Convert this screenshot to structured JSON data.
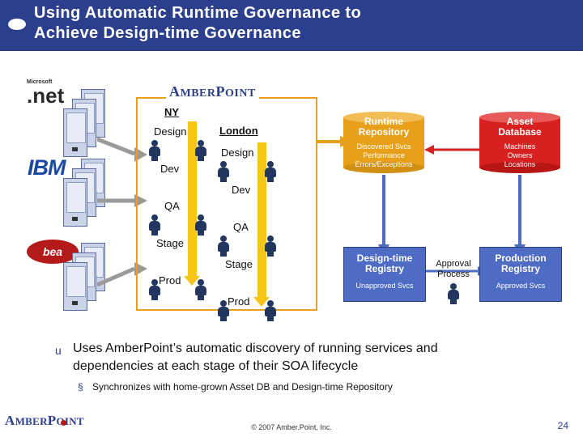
{
  "header": {
    "title_line1": "Using Automatic Runtime Governance to",
    "title_line2": "Achieve Design-time Governance",
    "bullet_icon": "ellipse-bullet-icon",
    "bg_color": "#2b3f8c"
  },
  "logos": {
    "microsoft_small": "Microsoft",
    "dotnet": ".net",
    "ibm": "IBM",
    "bea": "bea",
    "amberpoint_box": {
      "first": "A",
      "rest": "MBER",
      "second": "P",
      "rest2": "OINT"
    }
  },
  "lifecycle": {
    "ny_label": "NY",
    "london_label": "London",
    "ny_stages": [
      "Design",
      "Dev",
      "QA",
      "Stage",
      "Prod"
    ],
    "london_stages": [
      "Design",
      "Dev",
      "QA",
      "Stage",
      "Prod"
    ],
    "arrow_color": "#f5c518"
  },
  "repositories": [
    {
      "name": "runtime-repository",
      "title": "Runtime\nRepository",
      "title_line1": "Runtime",
      "title_line2": "Repository",
      "sub_lines": [
        "Discovered Svcs",
        "Performance",
        "Errors/Exceptions"
      ],
      "color": "#e8a01a"
    },
    {
      "name": "asset-database",
      "title_line1": "Asset",
      "title_line2": "Database",
      "sub_lines": [
        "Machines",
        "Owners",
        "Locations"
      ],
      "color": "#d82020"
    }
  ],
  "registries": [
    {
      "name": "design-time-registry",
      "title_line1": "Design-time",
      "title_line2": "Registry",
      "sub_lines": [
        "Unapproved Svcs"
      ],
      "color": "#4f6cc4"
    },
    {
      "name": "production-registry",
      "title_line1": "Production",
      "title_line2": "Registry",
      "sub_lines": [
        "Approved Svcs"
      ],
      "color": "#4f6cc4"
    }
  ],
  "approval": {
    "line1": "Approval",
    "line2": "Process"
  },
  "bullets": {
    "primary_marker": "u",
    "primary_line1": "Uses Amber",
    "primary_line1b": "Point’s automatic discovery of running services and",
    "primary_line2": "dependencies at each stage of their SOA lifecycle",
    "secondary_marker": "§",
    "secondary": "Synchronizes with home-grown Asset DB and Design-time Repository"
  },
  "footer": {
    "logo_a": "A",
    "logo_rest": "MBER",
    "logo_p": "P",
    "logo_rest2": "OINT",
    "copyright": "© 2007 Amber.Point, Inc.",
    "slide_number": "24"
  }
}
